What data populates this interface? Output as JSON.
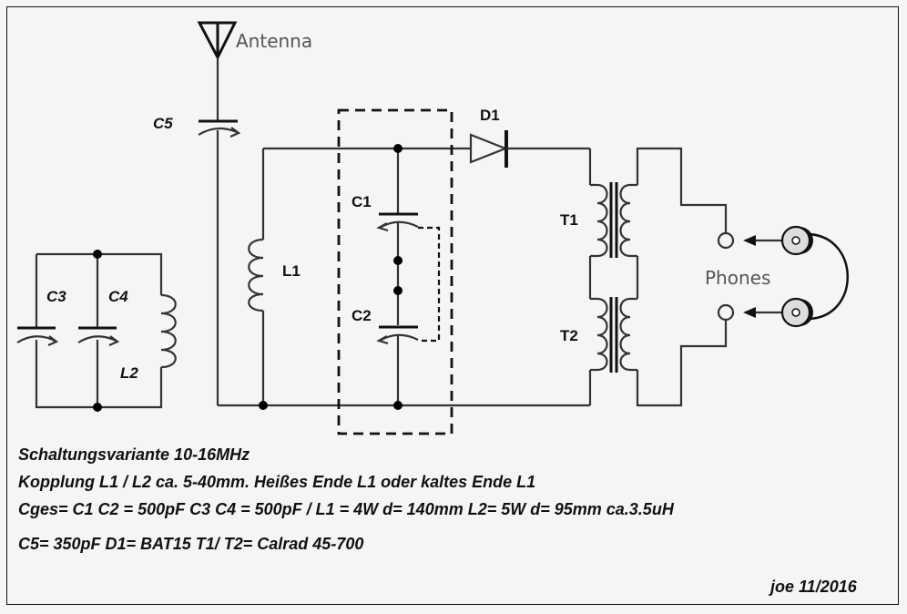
{
  "diagram": {
    "type": "circuit-schematic",
    "title": "Crystal radio receiver (Schaltungsvariante 10-16MHz)",
    "labels": {
      "antenna": "Antenna",
      "c5": "C5",
      "c1": "C1",
      "c2": "C2",
      "c3": "C3",
      "c4": "C4",
      "l1": "L1",
      "l2": "L2",
      "d1": "D1",
      "t1": "T1",
      "t2": "T2",
      "phones": "Phones"
    },
    "components": [
      {
        "id": "C5",
        "kind": "variable-capacitor"
      },
      {
        "id": "C1",
        "kind": "variable-capacitor",
        "ganged_with": "C2"
      },
      {
        "id": "C2",
        "kind": "variable-capacitor",
        "ganged_with": "C1"
      },
      {
        "id": "C3",
        "kind": "variable-capacitor"
      },
      {
        "id": "C4",
        "kind": "variable-capacitor"
      },
      {
        "id": "L1",
        "kind": "inductor"
      },
      {
        "id": "L2",
        "kind": "inductor"
      },
      {
        "id": "D1",
        "kind": "diode"
      },
      {
        "id": "T1",
        "kind": "transformer"
      },
      {
        "id": "T2",
        "kind": "transformer"
      },
      {
        "id": "Phones",
        "kind": "headphones"
      }
    ]
  },
  "notes": {
    "line1": "Schaltungsvariante 10-16MHz",
    "line2": "Kopplung L1 / L2 ca. 5-40mm. Heißes Ende L1 oder kaltes Ende L1",
    "line3": "Cges=  C1 C2 = 500pF C3 C4 = 500pF / L1 = 4W d= 140mm L2= 5W d= 95mm ca.3.5uH",
    "line4": "C5= 350pF D1= BAT15  T1/ T2= Calrad 45-700"
  },
  "signature": "joe 11/2016"
}
